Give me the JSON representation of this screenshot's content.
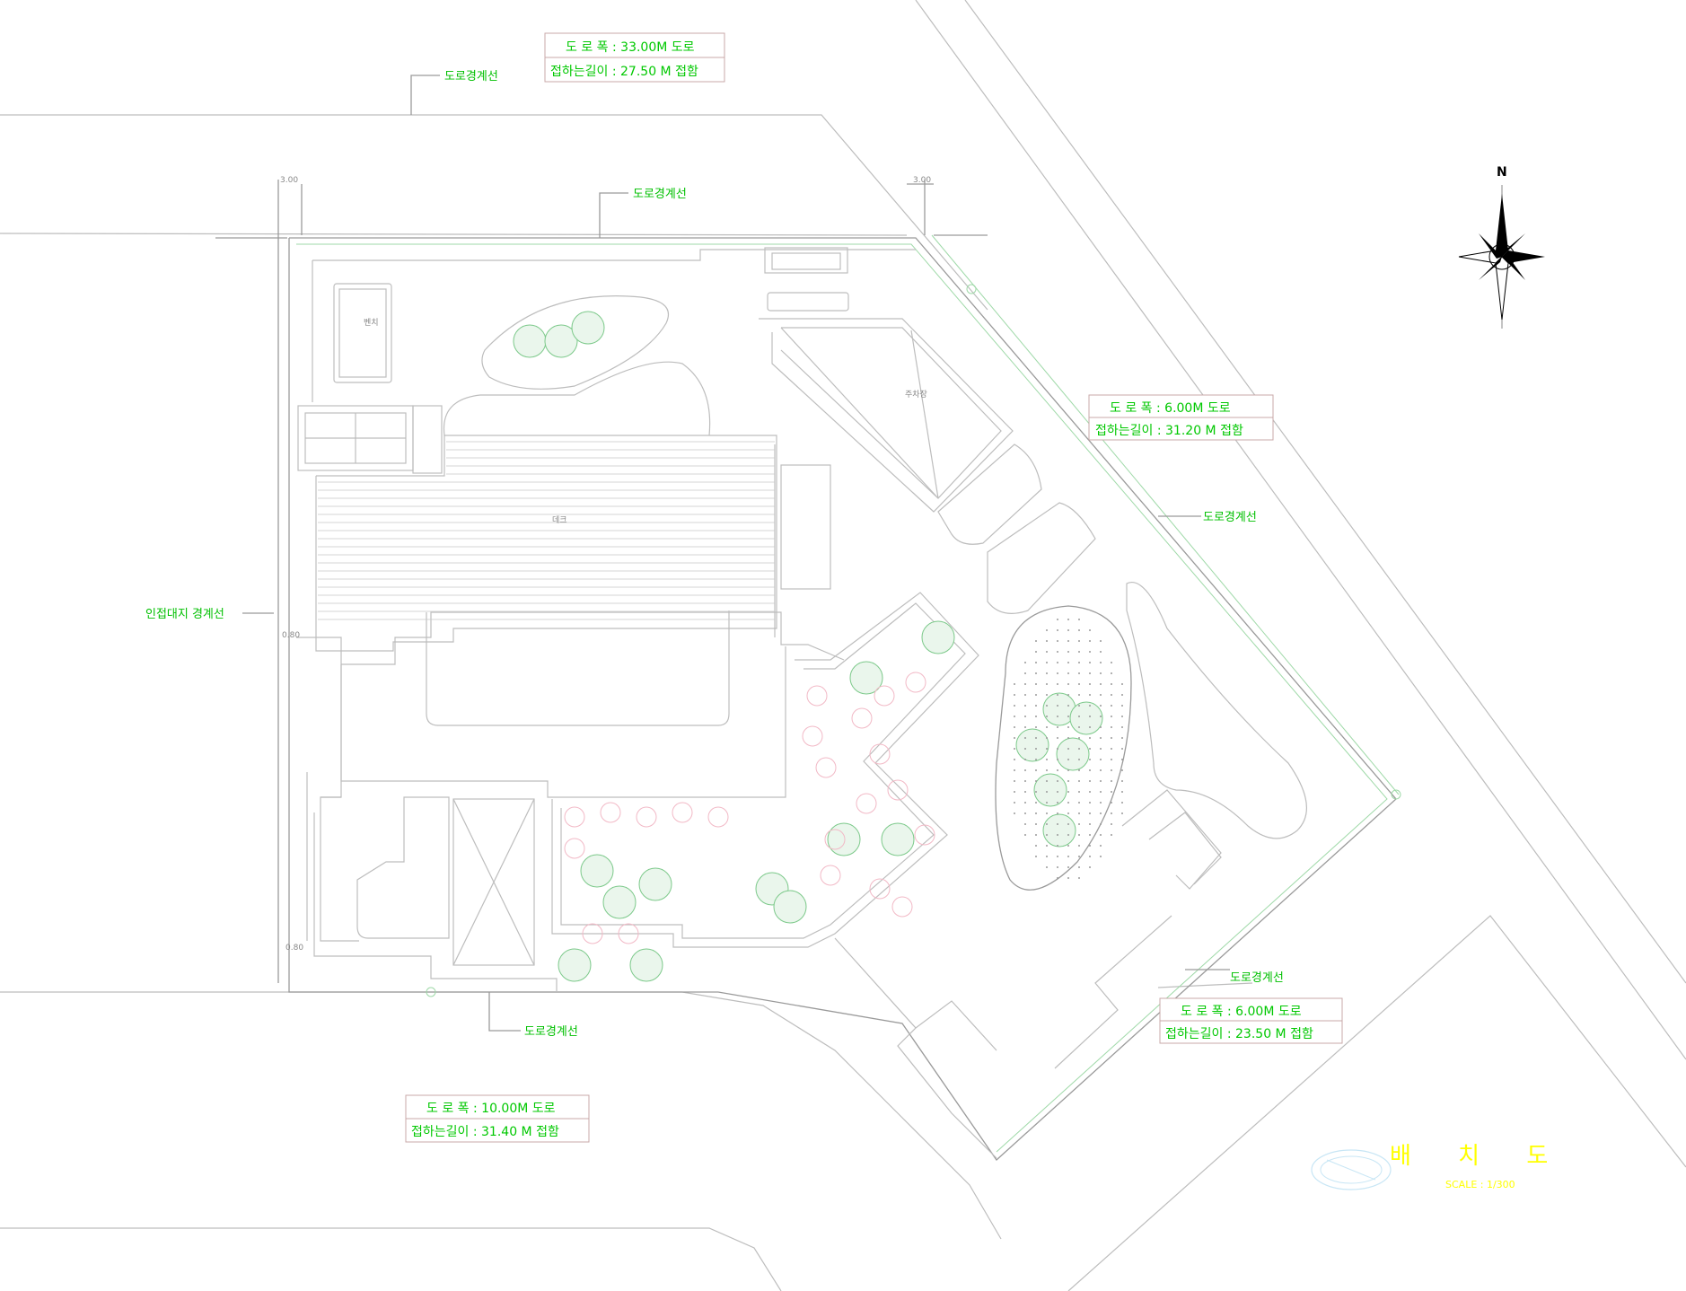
{
  "road_boundary_label": "도로경계선",
  "adjacent_boundary_label": "인접대지 경계선",
  "north_label": "N",
  "title": "배 치 도",
  "scale": "SCALE : 1/300",
  "area_labels": {
    "deck": "데크",
    "bench": "벤치",
    "parking": "주차장"
  },
  "road_info": {
    "north": {
      "width": "도 로 폭 : 33.00M 도로",
      "frontage": "접하는길이 : 27.50 M 접함"
    },
    "east": {
      "width": "도 로 폭 : 6.00M 도로",
      "frontage": "접하는길이 : 31.20 M 접함"
    },
    "southeast": {
      "width": "도 로 폭 : 6.00M 도로",
      "frontage": "접하는길이 : 23.50 M 접함"
    },
    "south": {
      "width": "도 로 폭 : 10.00M 도로",
      "frontage": "접하는길이 : 31.40 M 접함"
    }
  },
  "colors": {
    "label": "#00c000",
    "title": "#ffff00",
    "linework": "#bdbdbd"
  }
}
